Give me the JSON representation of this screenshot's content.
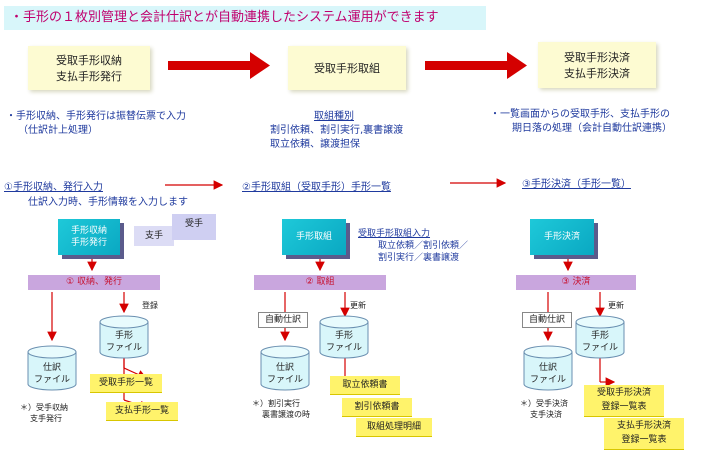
{
  "headline": "・手形の１枚別管理と会計仕訳とが自動連携したシステム運用ができます",
  "stages": [
    {
      "line1": "受取手形収納",
      "line2": "支払手形発行"
    },
    {
      "line1": "受取手形取組",
      "line2": ""
    },
    {
      "line1": "受取手形決済",
      "line2": "支払手形決済"
    }
  ],
  "notes": {
    "left_line1": "・手形収納、手形発行は振替伝票で入力",
    "left_line2": "（仕訳計上処理）",
    "mid_title": "取組種別",
    "mid_line1": "割引依頼、割引実行,裏書譲渡",
    "mid_line2": "取立依頼、譲渡担保",
    "right_line1": "・一覧画面からの受取手形、支払手形の",
    "right_line2": "期日落の処理（会計自動仕訳連携）"
  },
  "steps": {
    "s1": "①手形収納、発行入力",
    "s1_sub": "仕訳入力時、手形情報を入力します",
    "s2": "②手形取組（受取手形）手形一覧",
    "s3": "③手形決済（手形一覧）"
  },
  "flow1": {
    "screen_line1": "手形収納",
    "screen_line2": "手形発行",
    "paper_pay": "支手",
    "paper_recv": "受手",
    "process": "① 収納、発行",
    "register": "登録",
    "file_bill": {
      "line1": "手形",
      "line2": "ファイル"
    },
    "file_entry": {
      "line1": "仕訳",
      "line2": "ファイル"
    },
    "doc1": "受取手形一覧",
    "doc2": "支払手形一覧",
    "footnote_line1": "＊）受手収納",
    "footnote_line2": "支手発行"
  },
  "flow2": {
    "screen": "手形取組",
    "input_title": "受取手形取組入力",
    "input_line1": "取立依頼／割引依頼／",
    "input_line2": "割引実行／裏書譲渡",
    "process": "② 取組",
    "auto": "自動仕訳",
    "update": "更新",
    "file_bill": {
      "line1": "手形",
      "line2": "ファイル"
    },
    "file_entry": {
      "line1": "仕訳",
      "line2": "ファイル"
    },
    "doc1": "取立依頼書",
    "doc2": "割引依頼書",
    "doc3": "取組処理明細",
    "footnote_line1": "＊）割引実行",
    "footnote_line2": "裏書譲渡の時"
  },
  "flow3": {
    "screen": "手形決済",
    "process": "③ 決済",
    "auto": "自動仕訳",
    "update": "更新",
    "file_bill": {
      "line1": "手形",
      "line2": "ファイル"
    },
    "file_entry": {
      "line1": "仕訳",
      "line2": "ファイル"
    },
    "doc1_line1": "受取手形決済",
    "doc1_line2": "登録一覧表",
    "doc2_line1": "支払手形決済",
    "doc2_line2": "登録一覧表",
    "footnote_line1": "＊）受手決済",
    "footnote_line2": "支手決済"
  },
  "colors": {
    "arrow_red": "#d40000",
    "title_bg": "#d8f6fa",
    "doc_yellow": "#fff36b",
    "process_purple": "#c9a6de",
    "screen_cyan": "#1ec9d9"
  }
}
